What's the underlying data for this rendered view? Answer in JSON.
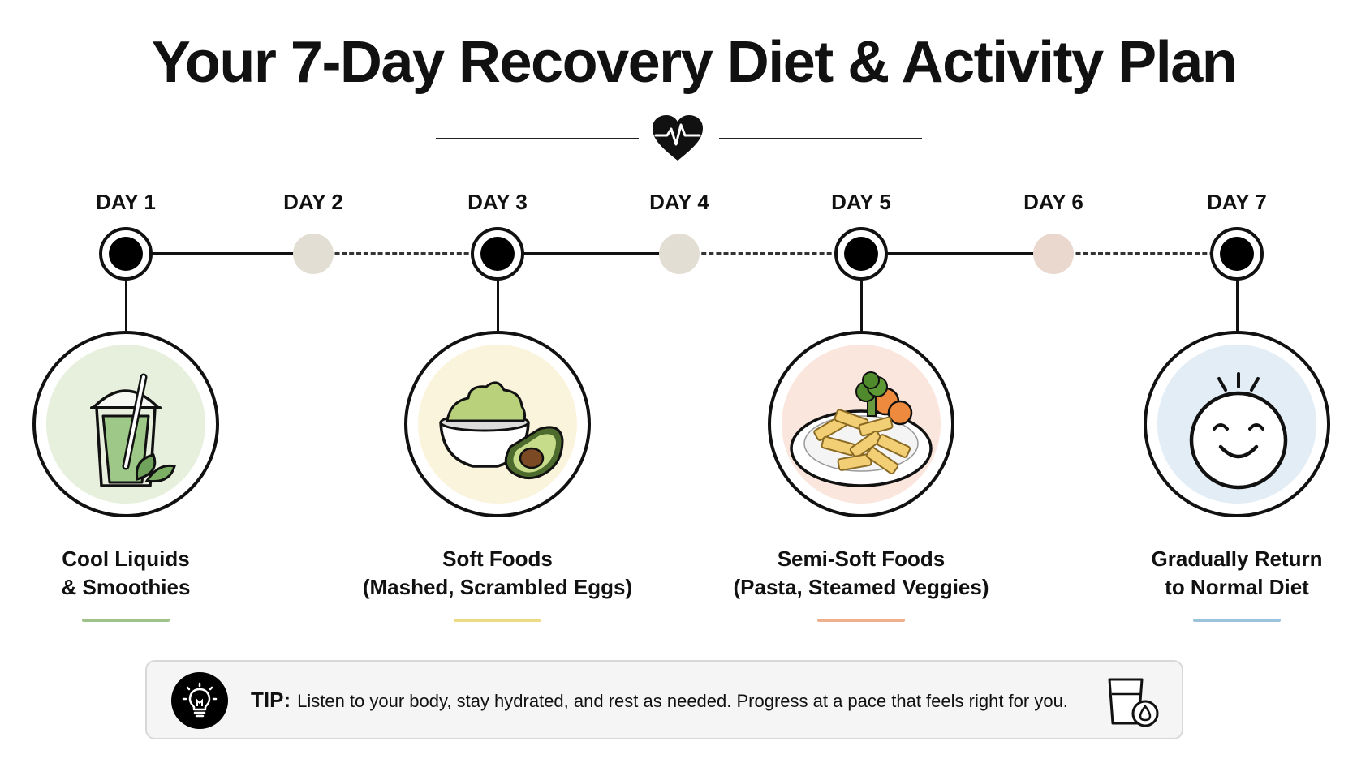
{
  "title": "Your 7-Day Recovery Diet & Activity Plan",
  "timeline": {
    "days": [
      {
        "label": "DAY 1",
        "major": true,
        "color": "#000000"
      },
      {
        "label": "DAY 2",
        "major": false,
        "color": "#e2ded3"
      },
      {
        "label": "DAY 3",
        "major": true,
        "color": "#000000"
      },
      {
        "label": "DAY 4",
        "major": false,
        "color": "#e2ded3"
      },
      {
        "label": "DAY 5",
        "major": true,
        "color": "#000000"
      },
      {
        "label": "DAY 6",
        "major": false,
        "color": "#ead8cf"
      },
      {
        "label": "DAY 7",
        "major": true,
        "color": "#000000"
      }
    ]
  },
  "stages": [
    {
      "line1": "Cool Liquids",
      "line2": "& Smoothies",
      "icon": "smoothie-icon",
      "accent": "#9dc38a",
      "bg": "#e6f0dc"
    },
    {
      "line1": "Soft Foods",
      "line2": "(Mashed, Scrambled Eggs)",
      "icon": "avocado-bowl-icon",
      "accent": "#eed985",
      "bg": "#faf4dc"
    },
    {
      "line1": "Semi-Soft Foods",
      "line2": "(Pasta, Steamed Veggies)",
      "icon": "pasta-plate-icon",
      "accent": "#eeb08e",
      "bg": "#fae6dc"
    },
    {
      "line1": "Gradually Return",
      "line2": "to Normal Diet",
      "icon": "smiley-face-icon",
      "accent": "#9cc3de",
      "bg": "#e2edf6"
    }
  ],
  "tip": {
    "label": "TIP:",
    "text": "Listen to your body, stay hydrated, and rest as needed. Progress at a pace that feels right for you.",
    "icon": "lightbulb-icon",
    "end_icon": "water-glass-icon"
  }
}
